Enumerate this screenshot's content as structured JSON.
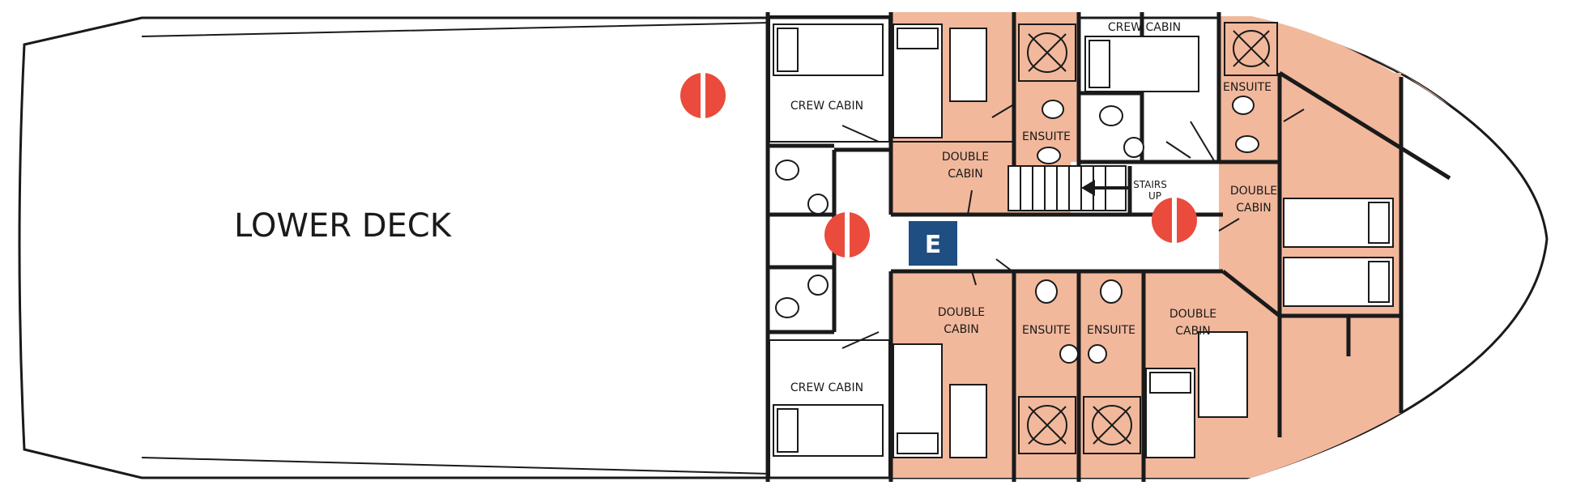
{
  "deck": {
    "title": "LOWER DECK",
    "colors": {
      "cabin_fill": "#f2b89c",
      "outline": "#1a1a1a",
      "lifering": "#ea4b3c",
      "exit_sign": "#1f4e82"
    }
  },
  "labels": {
    "crew_cabin": "CREW CABIN",
    "double_cabin_top": [
      "DOUBLE",
      "CABIN"
    ],
    "double_cabin_right": [
      "DOUBLE",
      "CABIN"
    ],
    "double_cabin_bottom_left": [
      "DOUBLE",
      "CABIN"
    ],
    "double_cabin_bottom_right": [
      "DOUBLE",
      "CABIN"
    ],
    "ensuite": "ENSUITE",
    "stairs": [
      "STAIRS",
      "UP"
    ],
    "exit": "E"
  },
  "icons": [
    "life-ring-icon",
    "exit-sign-icon",
    "toilet-icon",
    "sink-icon",
    "shower-icon",
    "bed-icon",
    "stairs-arrow-icon"
  ]
}
